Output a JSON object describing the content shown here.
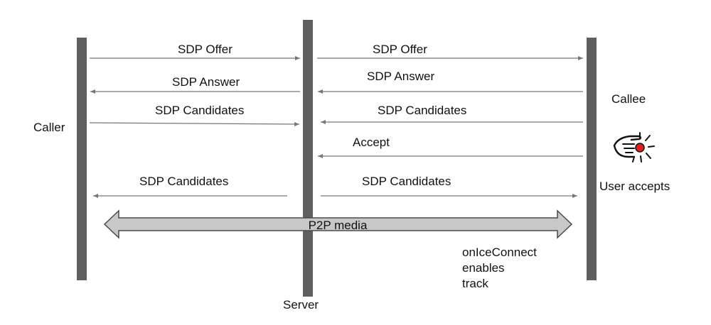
{
  "participants": {
    "caller": "Caller",
    "server": "Server",
    "callee": "Callee"
  },
  "messages": [
    {
      "id": "offer-1",
      "label": "SDP Offer",
      "from": "caller",
      "to": "server"
    },
    {
      "id": "offer-2",
      "label": "SDP Offer",
      "from": "server",
      "to": "callee"
    },
    {
      "id": "answer-1",
      "label": "SDP Answer",
      "from": "server",
      "to": "caller"
    },
    {
      "id": "answer-2",
      "label": "SDP Answer",
      "from": "callee",
      "to": "server"
    },
    {
      "id": "candidates-1",
      "label": "SDP Candidates",
      "from": "caller",
      "to": "server"
    },
    {
      "id": "candidates-2",
      "label": "SDP Candidates",
      "from": "callee",
      "to": "server"
    },
    {
      "id": "accept",
      "label": "Accept",
      "from": "callee",
      "to": "server"
    },
    {
      "id": "candidates-3",
      "label": "SDP Candidates",
      "from": "server",
      "to": "caller"
    },
    {
      "id": "candidates-4",
      "label": "SDP Candidates",
      "from": "server",
      "to": "callee"
    }
  ],
  "p2p": {
    "label": "P2P media"
  },
  "user_action": {
    "label": "User accepts",
    "icon": "pointing-hand-button-icon"
  },
  "note": {
    "lines": [
      "onIceConnect",
      "enables",
      "track"
    ]
  },
  "colors": {
    "lane": "#5f5f5f",
    "arrow": "#777777",
    "p2p_fill": "#c8c8c8",
    "button": "#e02020"
  }
}
